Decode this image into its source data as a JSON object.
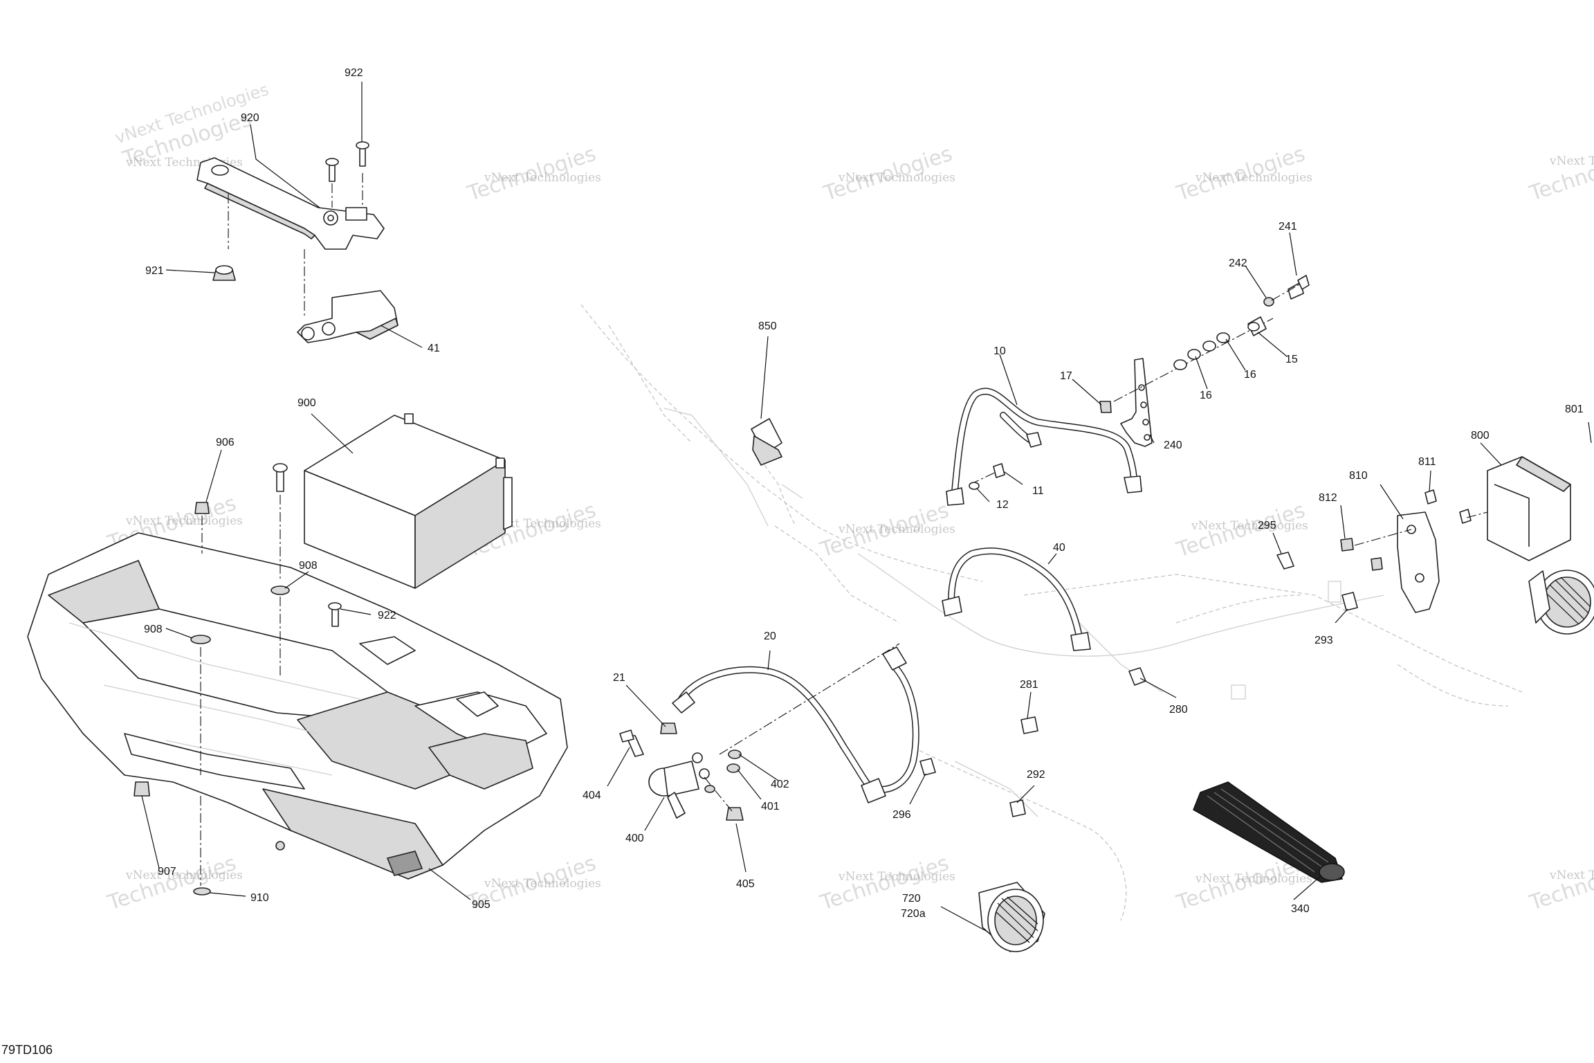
{
  "figure_ref": "79TD106",
  "watermark_line1": "vNext Technologies",
  "watermark_line2": "Technologies",
  "callouts": [
    {
      "id": "c-922a",
      "text": "922"
    },
    {
      "id": "c-920",
      "text": "920"
    },
    {
      "id": "c-921",
      "text": "921"
    },
    {
      "id": "c-41",
      "text": "41"
    },
    {
      "id": "c-900",
      "text": "900"
    },
    {
      "id": "c-906",
      "text": "906"
    },
    {
      "id": "c-908a",
      "text": "908"
    },
    {
      "id": "c-922b",
      "text": "922"
    },
    {
      "id": "c-908b",
      "text": "908"
    },
    {
      "id": "c-907",
      "text": "907"
    },
    {
      "id": "c-910",
      "text": "910"
    },
    {
      "id": "c-905",
      "text": "905"
    },
    {
      "id": "c-850",
      "text": "850"
    },
    {
      "id": "c-21",
      "text": "21"
    },
    {
      "id": "c-20",
      "text": "20"
    },
    {
      "id": "c-404",
      "text": "404"
    },
    {
      "id": "c-400",
      "text": "400"
    },
    {
      "id": "c-402",
      "text": "402"
    },
    {
      "id": "c-401",
      "text": "401"
    },
    {
      "id": "c-405",
      "text": "405"
    },
    {
      "id": "c-10",
      "text": "10"
    },
    {
      "id": "c-17",
      "text": "17"
    },
    {
      "id": "c-241",
      "text": "241"
    },
    {
      "id": "c-242",
      "text": "242"
    },
    {
      "id": "c-15",
      "text": "15"
    },
    {
      "id": "c-16a",
      "text": "16"
    },
    {
      "id": "c-16b",
      "text": "16"
    },
    {
      "id": "c-240",
      "text": "240"
    },
    {
      "id": "c-11",
      "text": "11"
    },
    {
      "id": "c-12",
      "text": "12"
    },
    {
      "id": "c-40",
      "text": "40"
    },
    {
      "id": "c-295",
      "text": "295"
    },
    {
      "id": "c-281",
      "text": "281"
    },
    {
      "id": "c-280",
      "text": "280"
    },
    {
      "id": "c-292",
      "text": "292"
    },
    {
      "id": "c-296",
      "text": "296"
    },
    {
      "id": "c-720",
      "text": "720"
    },
    {
      "id": "c-720a",
      "text": "720a"
    },
    {
      "id": "c-340",
      "text": "340"
    },
    {
      "id": "c-800",
      "text": "800"
    },
    {
      "id": "c-801",
      "text": "801"
    },
    {
      "id": "c-810",
      "text": "810"
    },
    {
      "id": "c-811",
      "text": "811"
    },
    {
      "id": "c-812",
      "text": "812"
    },
    {
      "id": "c-293",
      "text": "293"
    }
  ]
}
